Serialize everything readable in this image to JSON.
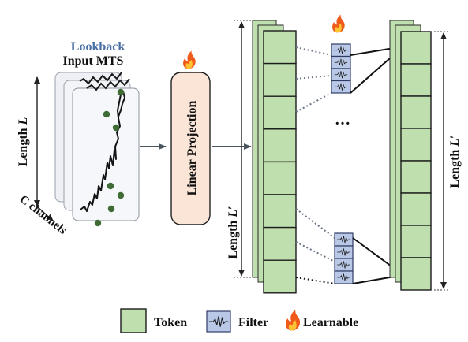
{
  "input": {
    "title_line1": "Lookback",
    "title_line2": "Input MTS",
    "length_label": "Length",
    "length_var": "L",
    "channels_label": "C channels"
  },
  "projection": {
    "label": "Linear Projection",
    "learnable_icon": "fire-icon"
  },
  "tokens": {
    "left_length_label": "Length",
    "right_length_label": "Length",
    "length_var": "L",
    "prime": "′"
  },
  "filters": {
    "ellipsis": "…",
    "icon": "waveform-icon"
  },
  "legend": {
    "token": "Token",
    "filter": "Filter",
    "learnable": "Learnable"
  },
  "colors": {
    "lookback_title": "#4a6fa5",
    "token_fill": "#bfe0ae",
    "filter_fill": "#b9c8e6",
    "projection_fill": "#fbe5d6",
    "dot": "#3f6b35",
    "flame_outer": "#f05a1a",
    "flame_inner": "#ffc233"
  }
}
